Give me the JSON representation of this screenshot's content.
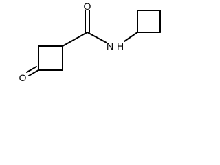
{
  "molecule": {
    "atoms": {
      "ketone_oxygen": "O",
      "amide_oxygen": "O",
      "amide_nitrogen": "N",
      "amide_hydrogen": "H"
    }
  }
}
